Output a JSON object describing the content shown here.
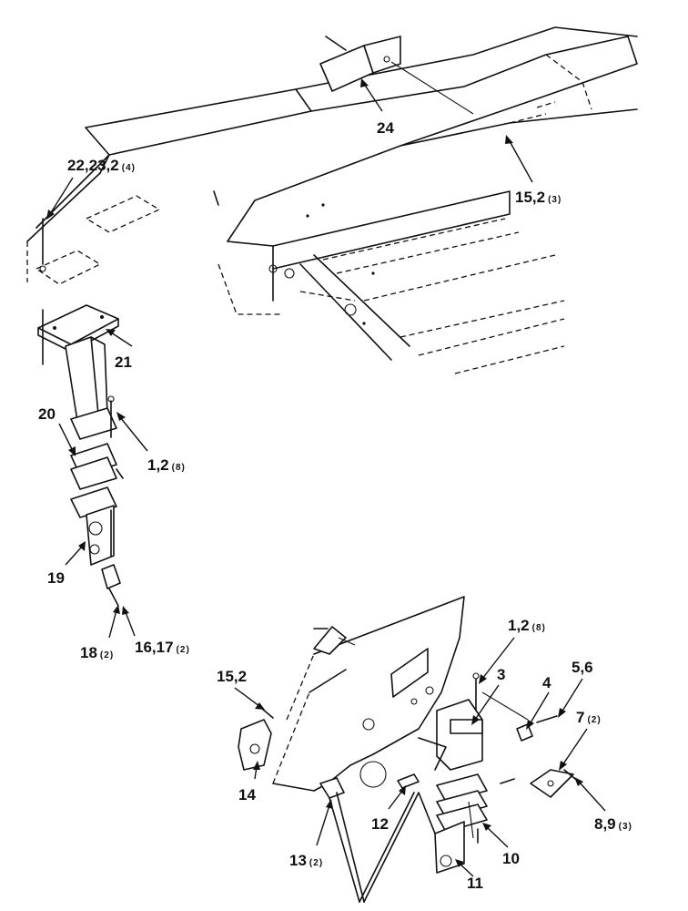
{
  "callouts": [
    {
      "id": "c24",
      "label": "24",
      "qty": ""
    },
    {
      "id": "c15a",
      "label": "15,2",
      "qty": "(3)"
    },
    {
      "id": "c22",
      "label": "22,23,2",
      "qty": "(4)"
    },
    {
      "id": "c21",
      "label": "21",
      "qty": ""
    },
    {
      "id": "c20",
      "label": "20",
      "qty": ""
    },
    {
      "id": "c1a",
      "label": "1,2",
      "qty": "(8)"
    },
    {
      "id": "c19",
      "label": "19",
      "qty": ""
    },
    {
      "id": "c18",
      "label": "18",
      "qty": "(2)"
    },
    {
      "id": "c16",
      "label": "16,17",
      "qty": "(2)"
    },
    {
      "id": "c1b",
      "label": "1,2",
      "qty": "(8)"
    },
    {
      "id": "c15b",
      "label": "15,2",
      "qty": ""
    },
    {
      "id": "c3",
      "label": "3",
      "qty": ""
    },
    {
      "id": "c4",
      "label": "4",
      "qty": ""
    },
    {
      "id": "c56",
      "label": "5,6",
      "qty": ""
    },
    {
      "id": "c7",
      "label": "7",
      "qty": "(2)"
    },
    {
      "id": "c14",
      "label": "14",
      "qty": ""
    },
    {
      "id": "c12",
      "label": "12",
      "qty": ""
    },
    {
      "id": "c89",
      "label": "8,9",
      "qty": "(3)"
    },
    {
      "id": "c10",
      "label": "10",
      "qty": ""
    },
    {
      "id": "c13",
      "label": "13",
      "qty": "(2)"
    },
    {
      "id": "c11",
      "label": "11",
      "qty": ""
    }
  ]
}
